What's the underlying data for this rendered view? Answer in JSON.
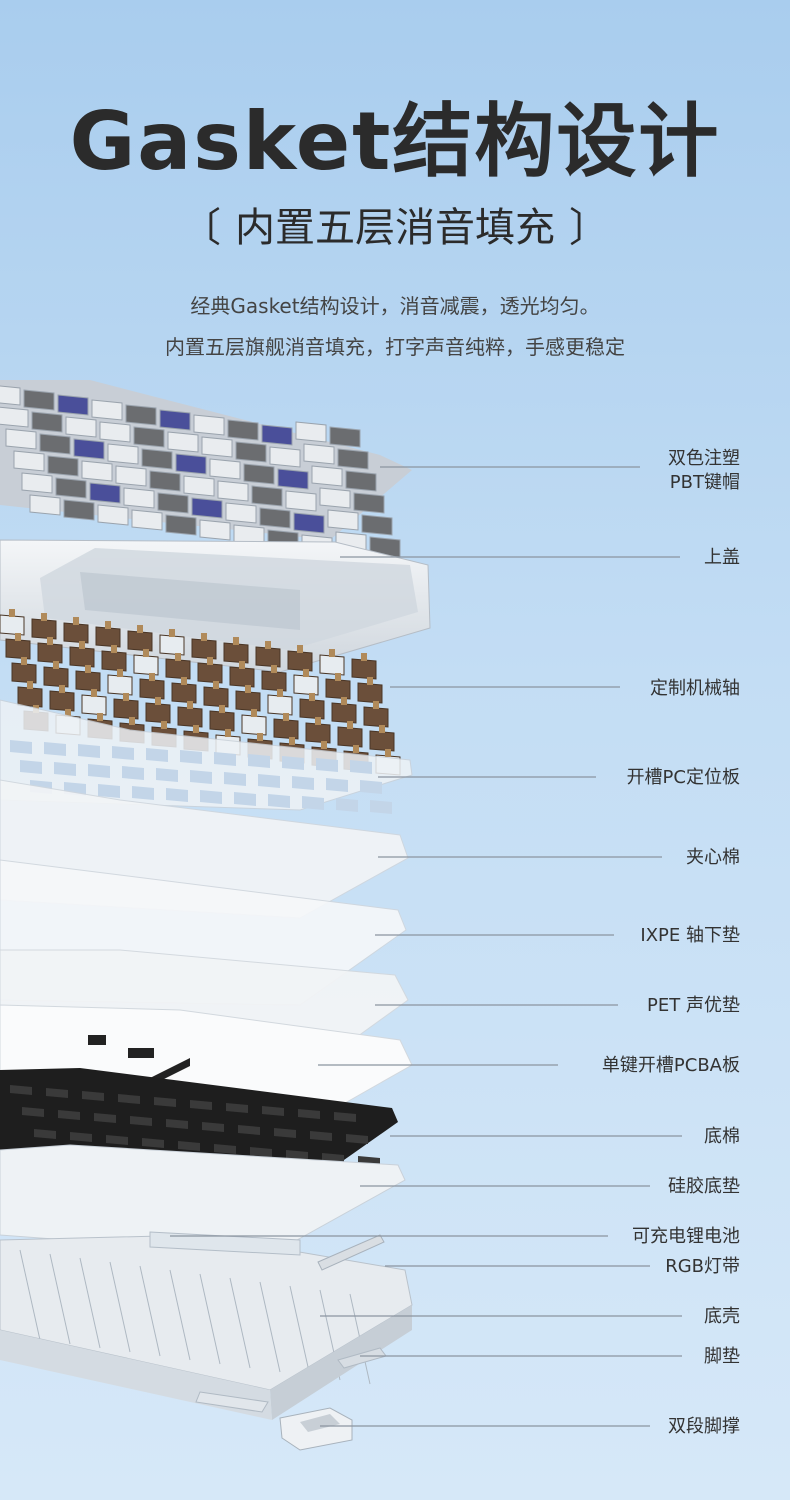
{
  "header": {
    "title": "Gasket结构设计",
    "subtitle": "内置五层消音填充",
    "subtitle_bracket_left": "〔",
    "subtitle_bracket_right": "〕",
    "desc_line1": "经典Gasket结构设计，消音减震，透光均匀。",
    "desc_line2": "内置五层旗舰消音填充，打字声音纯粹，手感更稳定"
  },
  "layers": [
    {
      "id": "keycaps",
      "line1": "双色注塑",
      "line2": "PBT键帽"
    },
    {
      "id": "top-case",
      "line1": "上盖"
    },
    {
      "id": "switches",
      "line1": "定制机械轴"
    },
    {
      "id": "plate",
      "line1": "开槽PC定位板"
    },
    {
      "id": "sandwich-foam",
      "line1": "夹心棉"
    },
    {
      "id": "ixpe",
      "line1": "IXPE 轴下垫"
    },
    {
      "id": "pet",
      "line1": "PET 声优垫"
    },
    {
      "id": "pcba",
      "line1": "单键开槽PCBA板"
    },
    {
      "id": "bottom-foam",
      "line1": "底棉"
    },
    {
      "id": "silicone",
      "line1": "硅胶底垫"
    },
    {
      "id": "battery",
      "line1": "可充电锂电池"
    },
    {
      "id": "rgb",
      "line1": "RGB灯带"
    },
    {
      "id": "bottom-case",
      "line1": "底壳"
    },
    {
      "id": "feet-pad",
      "line1": "脚垫"
    },
    {
      "id": "kickstand",
      "line1": "双段脚撑"
    }
  ],
  "colors": {
    "bg_top": "#a9cdee",
    "bg_bottom": "#d6e8f8",
    "keycap_white": "#e9ecef",
    "keycap_gray": "#6b6d70",
    "keycap_blue": "#4a4f9a",
    "switch_brown": "#6b4f3a",
    "pcba_black": "#1f1f1f"
  }
}
